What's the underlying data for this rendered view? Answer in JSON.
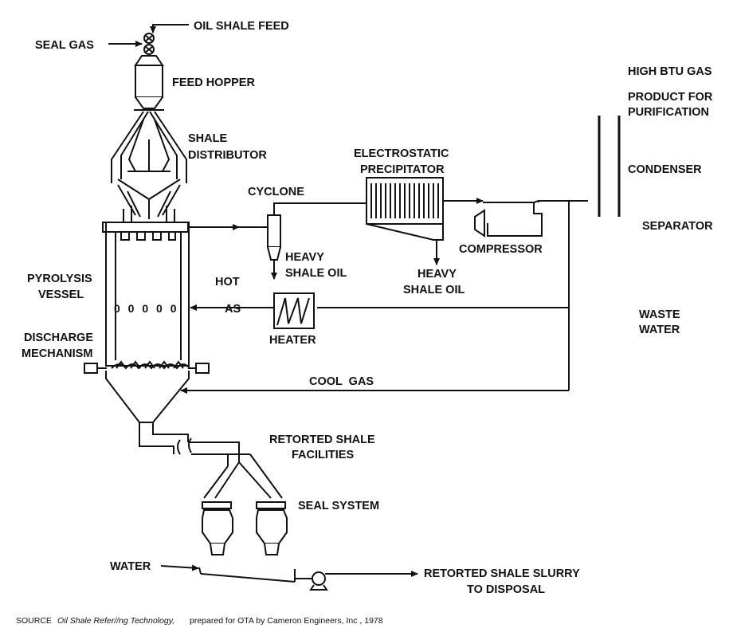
{
  "labels": {
    "oil_shale_feed": "OIL SHALE FEED",
    "seal_gas": "SEAL GAS",
    "feed_hopper": "FEED HOPPER",
    "shale_distributor_1": "SHALE",
    "shale_distributor_2": "DISTRIBUTOR",
    "cyclone": "CYCLONE",
    "electrostatic_1": "ELECTROSTATIC",
    "electrostatic_2": "PRECIPITATOR",
    "high_btu_gas": "HIGH BTU GAS",
    "product_1": "PRODUCT FOR",
    "product_2": "PURIFICATION",
    "condenser": "CONDENSER",
    "separator": "SEPARATOR",
    "compressor": "COMPRESSOR",
    "heavy_oil_a_1": "HEAVY",
    "heavy_oil_a_2": "SHALE OIL",
    "heavy_oil_b_1": "HEAVY",
    "heavy_oil_b_2": "SHALE OIL",
    "pyrolysis_1": "PYROLYSIS",
    "pyrolysis_2": "VESSEL",
    "hot_1": "HOT",
    "hot_2": "AS",
    "vessel_dots": "0 0 0 0 0",
    "heater": "HEATER",
    "discharge_1": "DISCHARGE",
    "discharge_2": "MECHANISM",
    "waste_1": "WASTE",
    "waste_2": "WATER",
    "cool_gas": "COOL  GAS",
    "retorted_1": "RETORTED SHALE",
    "retorted_2": "FACILITIES",
    "seal_system": "SEAL SYSTEM",
    "water": "WATER",
    "slurry_1": "RETORTED SHALE SLURRY",
    "slurry_2": "TO DISPOSAL"
  },
  "source": {
    "prefix": "SOURCE",
    "title": "Oil Shale Refer//ng Technology,",
    "rest": "prepared for OTA by Cameron Engineers, Inc , 1978"
  }
}
